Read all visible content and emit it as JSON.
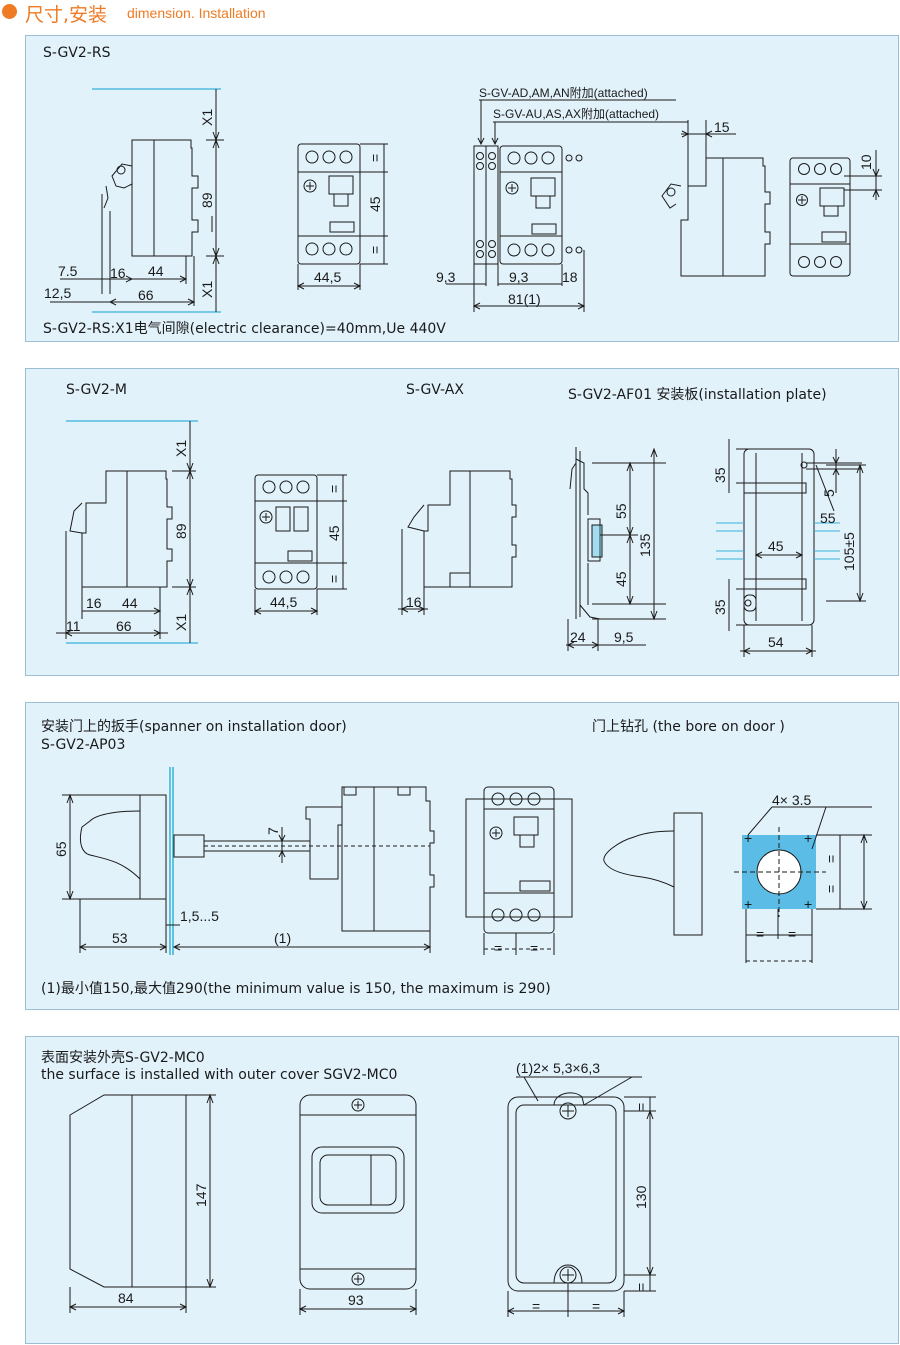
{
  "header": {
    "title_zh": "尺寸,安装",
    "title_en": "dimension. Installation",
    "accent_color": "#ef7b24"
  },
  "panel_color": "#e2f2fb",
  "line_accent": "#35b3d8",
  "bore_fill": "#5bbde6",
  "panel1": {
    "model": "S-GV2-RS",
    "callout_1": "S-GV-AD,AM,AN附加(attached)",
    "callout_2": "S-GV-AU,AS,AX附加(attached)",
    "note": "S-GV2-RS:X1电气间隙(electric clearance)=40mm,Ue   440V",
    "dims": {
      "x1": "X1",
      "d89": "89",
      "d7_5": "7.5",
      "d16": "16",
      "d44": "44",
      "d12_5": "12,5",
      "d66": "66",
      "eq": "=",
      "d45": "45",
      "d44_5": "44,5",
      "d9_3a": "9,3",
      "d9_3b": "9,3",
      "d18": "18",
      "d81": "81(1)",
      "d15": "15",
      "d10": "10"
    }
  },
  "panel2": {
    "model_1": "S-GV2-M",
    "model_2": "S-GV-AX",
    "model_3": "S-GV2-AF01  安装板(installation plate)",
    "dims": {
      "x1": "X1",
      "d89": "89",
      "d16": "16",
      "d44": "44",
      "d11": "11",
      "d66": "66",
      "eq": "=",
      "d45": "45",
      "d44_5": "44,5",
      "d16b": "16",
      "d55": "55",
      "d45b": "45",
      "d135": "135",
      "d24": "24",
      "d9_5": "9,5",
      "d35a": "35",
      "d5": "5",
      "d55b": "55",
      "d45c": "45",
      "d105": "105±5",
      "d35b": "35",
      "d54": "54"
    }
  },
  "panel3": {
    "title_1": "安装门上的扳手(spanner on installation door)",
    "title_2": "S-GV2-AP03",
    "title_3": "门上钻孔 (the bore on door )",
    "note": "(1)最小值150,最大值290(the minimum value is 150, the maximum is 290)",
    "dims": {
      "d65": "65",
      "d53": "53",
      "d1_5": "1,5...5",
      "d1": "(1)",
      "d7": "7",
      "eq": "=",
      "holes": "4×  3.5"
    }
  },
  "panel4": {
    "title_1": "表面安装外壳S-GV2-MC0",
    "title_2": "the surface is installed with outer cover SGV2-MC0",
    "dims": {
      "d147": "147",
      "d84": "84",
      "d93": "93",
      "d130": "130",
      "holes": "(1)2×   5,3×6,3",
      "eq": "="
    }
  }
}
